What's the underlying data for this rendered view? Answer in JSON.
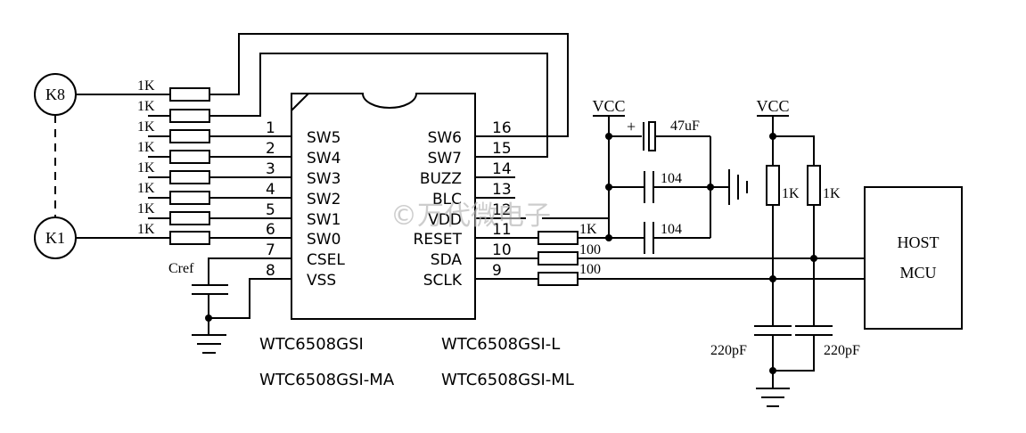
{
  "keys": {
    "top": "K8",
    "bottom": "K1"
  },
  "key_resistor_value": "1K",
  "ic_pins_left": [
    {
      "num": "1",
      "name": "SW5"
    },
    {
      "num": "2",
      "name": "SW4"
    },
    {
      "num": "3",
      "name": "SW3"
    },
    {
      "num": "4",
      "name": "SW2"
    },
    {
      "num": "5",
      "name": "SW1"
    },
    {
      "num": "6",
      "name": "SW0"
    },
    {
      "num": "7",
      "name": "CSEL"
    },
    {
      "num": "8",
      "name": "VSS"
    }
  ],
  "ic_pins_right": [
    {
      "num": "16",
      "name": "SW6"
    },
    {
      "num": "15",
      "name": "SW7"
    },
    {
      "num": "14",
      "name": "BUZZ"
    },
    {
      "num": "13",
      "name": "BLC"
    },
    {
      "num": "12",
      "name": "VDD"
    },
    {
      "num": "11",
      "name": "RESET"
    },
    {
      "num": "10",
      "name": "SDA"
    },
    {
      "num": "9",
      "name": "SCLK"
    }
  ],
  "cref_label": "Cref",
  "series_resistors": [
    "1K",
    "100",
    "100"
  ],
  "vcc_labels": [
    "VCC",
    "VCC"
  ],
  "cap_labels": {
    "electrolytic": "47uF",
    "ceramic_1": "104",
    "ceramic_2": "104",
    "bus_left": "220pF",
    "bus_right": "220pF"
  },
  "pullups": [
    "1K",
    "1K"
  ],
  "host": {
    "line1": "HOST",
    "line2": "MCU"
  },
  "part_numbers": [
    "WTC6508GSI",
    "WTC6508GSI-L",
    "WTC6508GSI-MA",
    "WTC6508GSI-ML"
  ],
  "watermark": "©万代微电子"
}
